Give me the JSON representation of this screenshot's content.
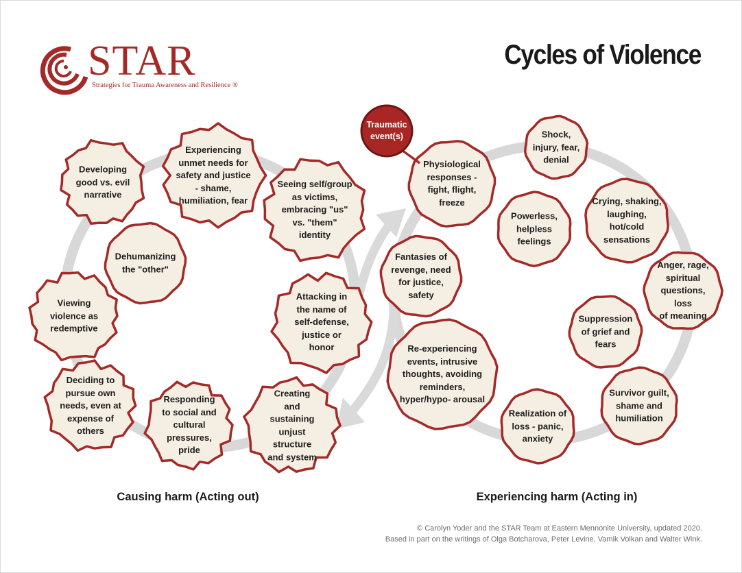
{
  "header": {
    "logo_text": "STAR",
    "logo_tagline": "Strategies for Trauma Awareness and Resilience ®",
    "title": "Cycles of Violence"
  },
  "colors": {
    "accent": "#a32a28",
    "node_fill": "#f5eee3",
    "ring": "#d6d6d6",
    "trigger_fill": "#a82624"
  },
  "cycles": {
    "acting_out_label": "Causing harm (Acting out)",
    "acting_in_label": "Experiencing harm (Acting in)"
  },
  "trigger": "Traumatic\nevent(s)",
  "nodes": [
    "Developing\ngood vs. evil\nnarrative",
    "Experiencing\nunmet needs for\nsafety and justice\n- shame,\nhumiliation, fear",
    "Seeing self/group\nas victims,\nembracing \"us\"\nvs. \"them\"\nidentity",
    "Dehumanizing\nthe \"other\"",
    "Viewing\nviolence as\nredemptive",
    "Attacking in\nthe name of\nself-defense,\njustice or\nhonor",
    "Deciding to\npursue own\nneeds, even at\nexpense of\nothers",
    "Responding\nto social and\ncultural\npressures,\npride",
    "Creating\nand\nsustaining\nunjust\nstructure\nand system",
    "Physiological\nresponses -\nfight, flight,\nfreeze",
    "Shock,\ninjury, fear,\ndenial",
    "Powerless,\nhelpless\nfeelings",
    "Crying, shaking,\nlaughing,\nhot/cold\nsensations",
    "Fantasies of\nrevenge, need\nfor justice,\nsafety",
    "Anger, rage,\nspiritual\nquestions, loss\nof meaning",
    "Suppression\nof grief and\nfears",
    "Re-experiencing\nevents, intrusive\nthoughts, avoiding\nreminders,\nhyper/hypo- arousal",
    "Survivor guilt,\nshame and\nhumiliation",
    "Realization of\nloss - panic,\nanxiety"
  ],
  "footer": {
    "credit_line_1": "© Carolyn Yoder and the STAR Team at Eastern Mennonite University, updated 2020.",
    "credit_line_2": "Based in part on the writings of Olga Botcharova, Peter Levine, Vamik Volkan and Walter Wink."
  }
}
